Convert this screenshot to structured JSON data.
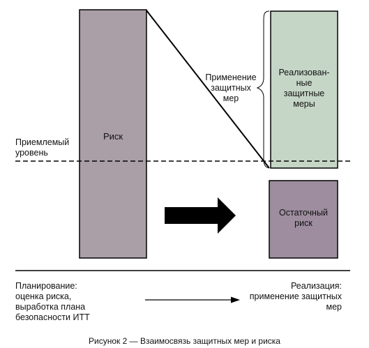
{
  "labels": {
    "risk": "Риск",
    "acceptable_level": "Приемлемый\nуровень",
    "applying_measures": "Применение\nзащитных\nмер",
    "implemented_measures": "Реализован-\nные\nзащитные\nмеры",
    "residual_risk": "Остаточный\nриск",
    "planning": "Планирование:\nоценка риска,\nвыработка плана\nбезопасности ИТТ",
    "implementation": "Реализация:\nприменение защитных\nмер",
    "caption": "Рисунок 2 — Взаимосвязь защитных мер и риска"
  },
  "colors": {
    "risk_fill": "#aa9fa7",
    "implemented_fill": "#c5d6c7",
    "residual_fill": "#9d8d9f",
    "stroke": "#000000"
  }
}
